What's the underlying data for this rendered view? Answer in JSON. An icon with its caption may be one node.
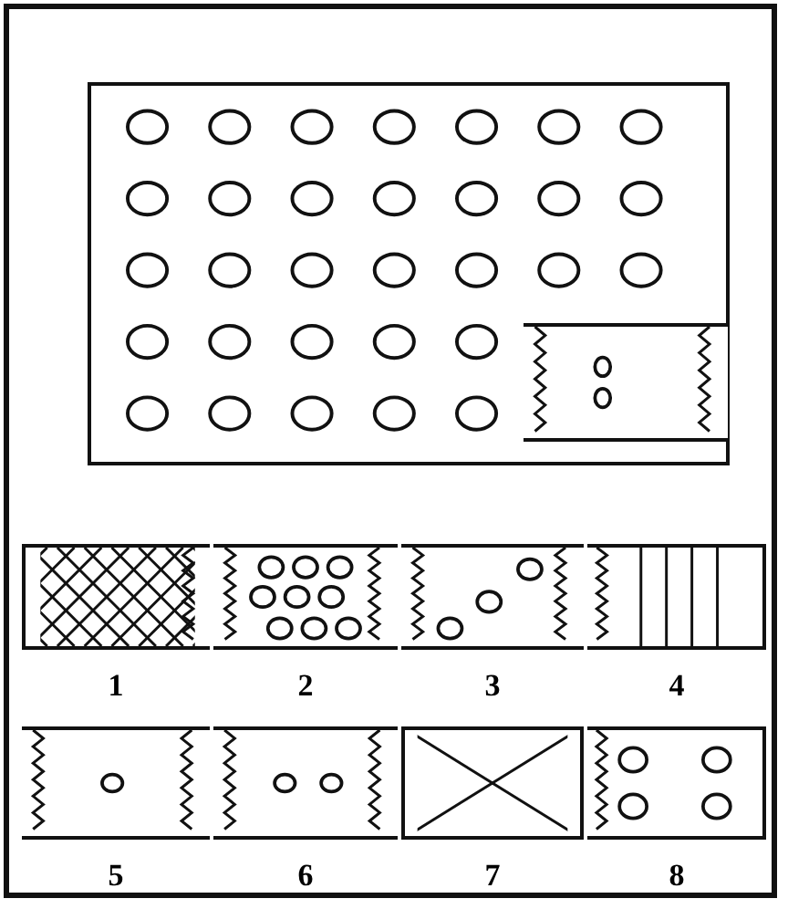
{
  "diagram": {
    "nodes": [
      {
        "text": [],
        "shape": "box"
      },
      {
        "text": [],
        "shape": "box",
        "in": 0
      },
      {
        "text": [],
        "shape": "box",
        "beside": [
          "1"
        ]
      },
      {
        "text": [],
        "shape": "box",
        "beside": [
          "2"
        ]
      },
      {
        "text": [],
        "shape": "box",
        "beside": [
          "3"
        ]
      },
      {
        "text": [],
        "shape": "box",
        "beside": [
          "4"
        ]
      },
      {
        "text": [],
        "shape": "box",
        "beside": [
          "5"
        ]
      },
      {
        "text": [],
        "shape": "box",
        "beside": [
          "6"
        ]
      },
      {
        "text": [],
        "shape": "box",
        "beside": [
          "7"
        ]
      },
      {
        "text": [],
        "shape": "box",
        "beside": [
          "8"
        ]
      }
    ]
  }
}
